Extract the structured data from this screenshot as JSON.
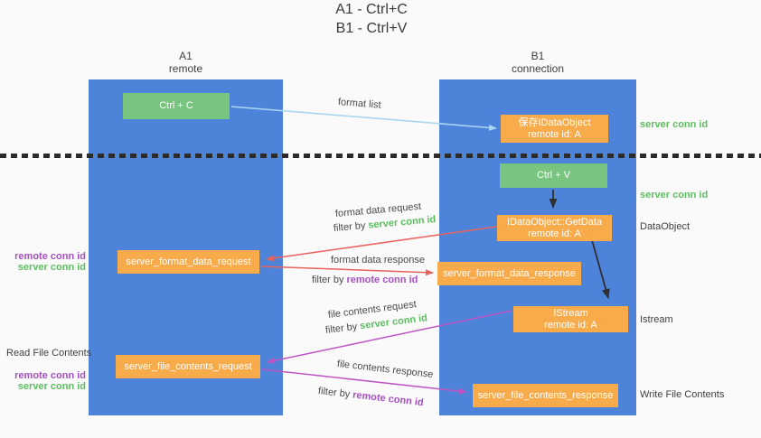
{
  "title": {
    "line1": "A1 - Ctrl+C",
    "line2": "B1 - Ctrl+V"
  },
  "lanes": {
    "a1": {
      "name": "A1",
      "sub": "remote"
    },
    "b1": {
      "name": "B1",
      "sub": "connection"
    }
  },
  "nodes": {
    "ctrl_c": "Ctrl + C",
    "ctrl_v": "Ctrl + V",
    "save_dataobject": {
      "title": "保存IDataObject",
      "subtitle": "remote id: A"
    },
    "getdata": {
      "title": "IDataObject::GetData",
      "subtitle": "remote id: A"
    },
    "istream": {
      "title": "IStream",
      "subtitle": "remote id: A"
    },
    "server_format_data_request": "server_format_data_request",
    "server_format_data_response": "server_format_data_response",
    "server_file_contents_request": "server_file_contents_request",
    "server_file_contents_response": "server_file_contents_response"
  },
  "arrow_labels": {
    "format_list": "format list",
    "format_data_request": "format data request",
    "format_data_response": "format data response",
    "file_contents_request": "file contents request",
    "file_contents_response": "file contents response",
    "filter_by": "filter by"
  },
  "terms": {
    "server_conn_id": "server conn id",
    "remote_conn_id": "remote conn id"
  },
  "side_labels": {
    "dataobject": "DataObject",
    "istream": "Istream",
    "read_file_contents": "Read File Contents",
    "write_file_contents": "Write File Contents"
  },
  "colors": {
    "lane_blue": "#4d83d9",
    "node_green": "#79c47e",
    "node_orange": "#f8ab4b",
    "conn_id_green": "#5cbe60",
    "conn_id_purple": "#a74fc1",
    "arrow_red": "#e8635c",
    "arrow_purple": "#bf55c4",
    "arrow_light_blue": "#a9d6f2",
    "arrow_black": "#2f2f2f"
  }
}
